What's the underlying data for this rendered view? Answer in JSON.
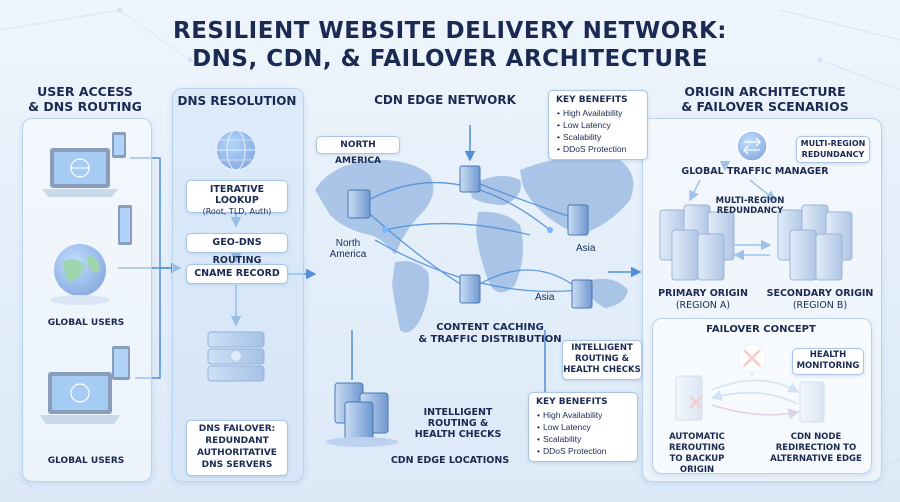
{
  "title": {
    "line1": "RESILIENT WEBSITE DELIVERY NETWORK:",
    "line2": "DNS, CDN, & FAILOVER ARCHITECTURE"
  },
  "user_access": {
    "header_line1": "USER ACCESS",
    "header_line2": "& DNS ROUTING",
    "global_users_top": "GLOBAL USERS",
    "global_users_bottom": "GLOBAL USERS"
  },
  "dns": {
    "header": "DNS RESOLUTION",
    "iterative_title": "ITERATIVE LOOKUP",
    "iterative_sub": "(Root, TLD, Auth)",
    "geo_dns": "GEO-DNS ROUTING",
    "cname": "CNAME RECORD",
    "failover_line1": "DNS FAILOVER:",
    "failover_line2": "REDUNDANT",
    "failover_line3": "AUTHORITATIVE",
    "failover_line4": "DNS SERVERS"
  },
  "cdn": {
    "header": "CDN EDGE NETWORK",
    "north_america_box": "NORTH AMERICA",
    "north_america_map_1": "North",
    "north_america_map_2": "America",
    "asia_1": "Asia",
    "asia_2": "Asia",
    "caching_line1": "CONTENT CACHING",
    "caching_line2": "& TRAFFIC DISTRIBUTION",
    "intelligent_line1": "INTELLIGENT",
    "intelligent_line2": "ROUTING &",
    "intelligent_line3": "HEALTH CHECKS",
    "edge_locations": "CDN EDGE LOCATIONS",
    "routing_callout_1": "INTELLIGENT",
    "routing_callout_2": "ROUTING &",
    "routing_callout_3": "HEALTH CHECKS"
  },
  "benefits_top": {
    "title": "KEY BENEFITS",
    "items": [
      "High Availability",
      "Low Latency",
      "Scalability",
      "DDoS Protection"
    ]
  },
  "benefits_bottom": {
    "title": "KEY BENEFITS",
    "items": [
      "High Availability",
      "Low Latency",
      "Scalability",
      "DDoS Protection"
    ]
  },
  "origin": {
    "header_line1": "ORIGIN ARCHITECTURE",
    "header_line2": "& FAILOVER SCENARIOS",
    "mr_box_1": "MULTI-REGION",
    "mr_box_2": "REDUNDANCY",
    "gtm": "GLOBAL TRAFFIC MANAGER",
    "mr_label_1": "MULTI-REGION",
    "mr_label_2": "REDUNDANCY",
    "primary_1": "PRIMARY ORIGIN",
    "primary_2": "(REGION A)",
    "secondary_1": "SECONDARY ORIGIN",
    "secondary_2": "(REGION B)"
  },
  "failover": {
    "header": "FAILOVER CONCEPT",
    "health_1": "HEALTH",
    "health_2": "MONITORING",
    "auto_1": "AUTOMATIC",
    "auto_2": "REROUTING",
    "auto_3": "TO BACKUP ORIGIN",
    "cdn_1": "CDN NODE",
    "cdn_2": "REDIRECTION TO",
    "cdn_3": "ALTERNATIVE EDGE"
  },
  "colors": {
    "navy": "#1b2a52",
    "accent_blue": "#2f7fe0",
    "panel_border": "#b9d3ef",
    "failure_red": "#d83a3a",
    "arrow_blue": "#4f90d8"
  }
}
